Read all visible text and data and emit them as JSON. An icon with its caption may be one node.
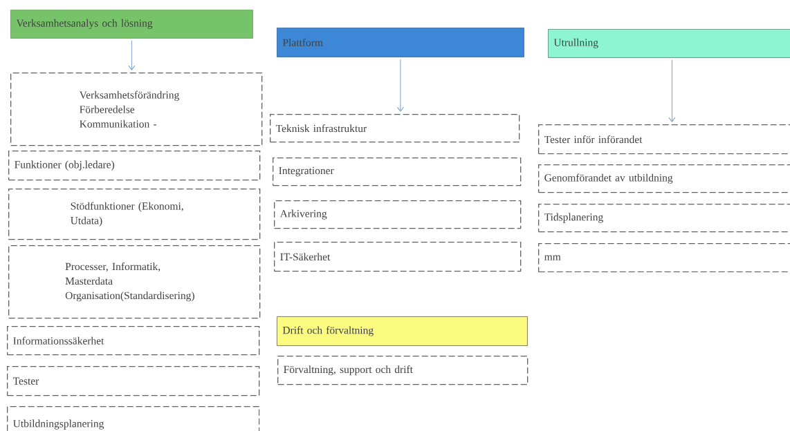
{
  "diagram": {
    "nodes": [
      {
        "text": [
          "Verksamhetsanalys och lösning"
        ]
      },
      {
        "text": [
          "Verksamhetsförändring Förberedelse Kommunikation -"
        ]
      },
      {
        "text": [
          "Funktioner (obj.ledare)"
        ]
      },
      {
        "text": [
          "Stödfunktioner (Ekonomi, Utdata)"
        ]
      },
      {
        "text": [
          "Processer, Informatik, Masterdata Organisation(Standardisering)"
        ]
      },
      {
        "text": [
          "Informationssäkerhet"
        ]
      },
      {
        "text": [
          "Tester"
        ]
      },
      {
        "text": [
          "Utbildningsplanering"
        ]
      },
      {
        "text": [
          "Plattform"
        ]
      },
      {
        "text": [
          "Teknisk infrastruktur"
        ]
      },
      {
        "text": [
          "Integrationer"
        ]
      },
      {
        "text": [
          "Arkivering"
        ]
      },
      {
        "text": [
          "IT-Säkerhet"
        ]
      },
      {
        "text": [
          "Drift och förvaltning"
        ]
      },
      {
        "text": [
          "Förvaltning, support och drift"
        ]
      },
      {
        "text": [
          "Utrullning"
        ]
      },
      {
        "text": [
          "Tester inför införandet"
        ]
      },
      {
        "text": [
          "Genomförandet av utbildning"
        ]
      },
      {
        "text": [
          "Tidsplanering"
        ]
      },
      {
        "text": [
          "mm"
        ]
      }
    ],
    "edges": [
      {
        "from": 0,
        "to": 1,
        "arrow": "to"
      },
      {
        "from": 8,
        "to": 9,
        "arrow": "to"
      },
      {
        "from": 15,
        "to": 16,
        "arrow": "to"
      }
    ]
  }
}
